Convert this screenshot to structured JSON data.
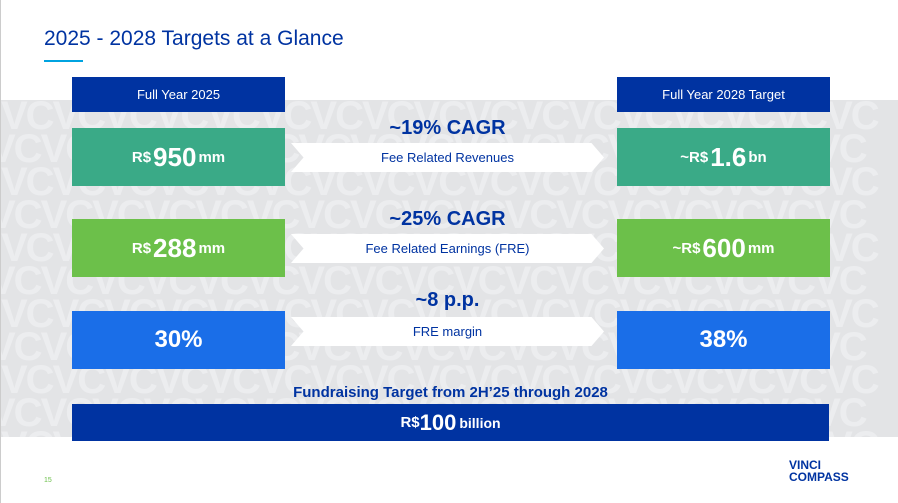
{
  "title": "2025 - 2028 Targets at a Glance",
  "headers": {
    "left": "Full Year 2025",
    "right": "Full Year 2028 Target"
  },
  "rows": [
    {
      "left_prefix": "R$",
      "left_value": "950",
      "left_unit": "mm",
      "change": "~19% CAGR",
      "metric": "Fee Related Revenues",
      "right_prefix": "~R$",
      "right_value": "1.6",
      "right_unit": "bn",
      "color": "#3aaa87"
    },
    {
      "left_prefix": "R$",
      "left_value": "288",
      "left_unit": "mm",
      "change": "~25% CAGR",
      "metric": "Fee Related Earnings (FRE)",
      "right_prefix": "~R$",
      "right_value": "600",
      "right_unit": "mm",
      "color": "#6cc04a"
    },
    {
      "left_value": "30%",
      "change": "~8 p.p.",
      "metric": "FRE margin",
      "right_value": "38%",
      "color": "#1a6ee8"
    }
  ],
  "fundraising": {
    "label": "Fundraising Target from 2H’25 through 2028",
    "prefix": "R$",
    "value": "100",
    "unit": "billion"
  },
  "page_number": "15",
  "logo": {
    "line1": "VINCI",
    "line2": "COMPASS"
  },
  "colors": {
    "navy": "#0033a1",
    "accent": "#00a3e0"
  }
}
